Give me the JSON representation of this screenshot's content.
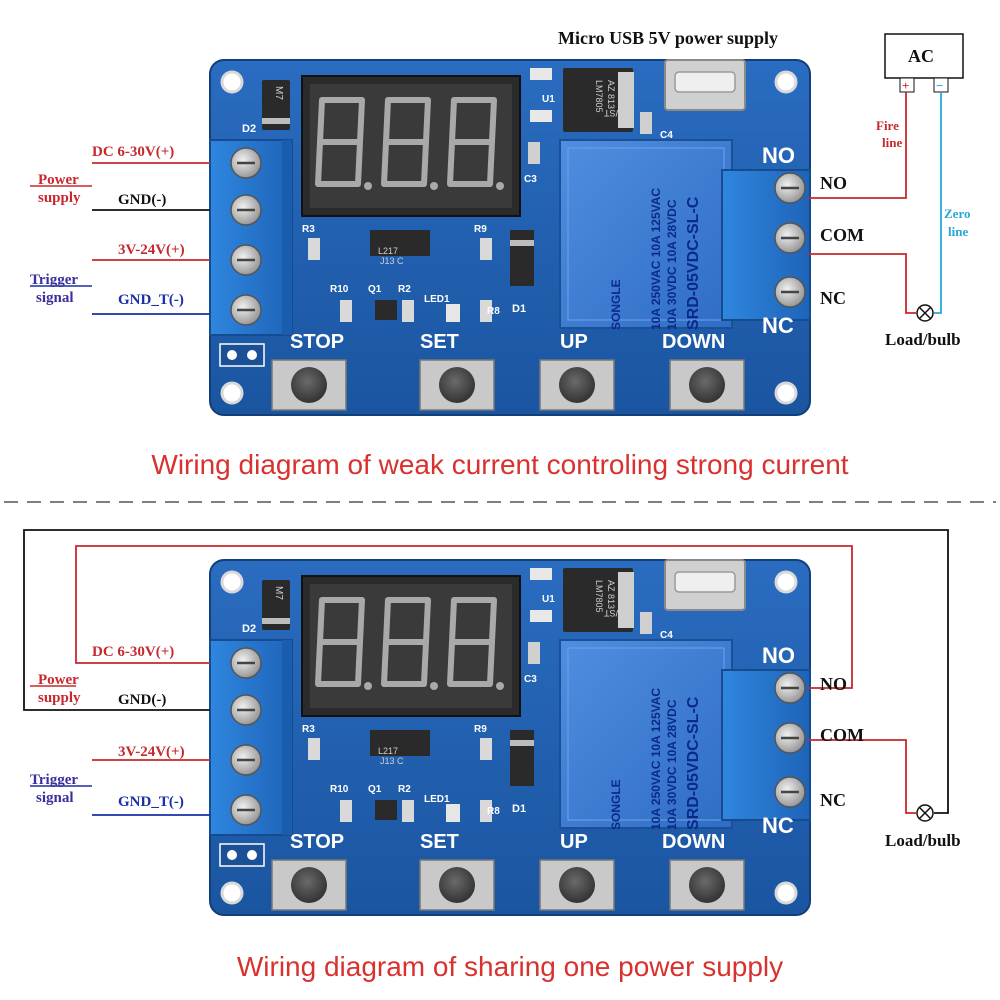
{
  "top_label": "Micro USB 5V power supply",
  "ac_box": {
    "label": "AC",
    "plus": "+",
    "minus": "−"
  },
  "fire_line": [
    "Fire",
    "line"
  ],
  "zero_line": [
    "Zero",
    "line"
  ],
  "diagram1": {
    "dc_label": "DC 6-30V(+)",
    "power_supply": [
      "Power",
      "supply"
    ],
    "gnd": "GND(-)",
    "v_label": "3V-24V(+)",
    "trigger": [
      "Trigger",
      "signal"
    ],
    "gnd_t": "GND_T(-)",
    "no": "NO",
    "com": "COM",
    "nc": "NC",
    "load": "Load/bulb",
    "caption": "Wiring diagram of weak current controling strong current"
  },
  "diagram2": {
    "dc_label": "DC 6-30V(+)",
    "power_supply": [
      "Power",
      "supply"
    ],
    "gnd": "GND(-)",
    "v_label": "3V-24V(+)",
    "trigger": [
      "Trigger",
      "signal"
    ],
    "gnd_t": "GND_T(-)",
    "no": "NO",
    "com": "COM",
    "nc": "NC",
    "load": "Load/bulb",
    "caption": "Wiring diagram of sharing one power supply"
  },
  "board": {
    "silk_no": "NO",
    "silk_nc": "NC",
    "btn_stop": "STOP",
    "btn_set": "SET",
    "btn_up": "UP",
    "btn_down": "DOWN",
    "d2": "D2",
    "d1": "D1",
    "c3": "C3",
    "c4": "C4",
    "u1": "U1",
    "r3": "R3",
    "r8": "R8",
    "r9": "R9",
    "r10": "R10",
    "q1": "Q1",
    "r2": "R2",
    "led1": "LED1",
    "m7": "M7",
    "chip_l217": "L217",
    "chip_j13c": "J13 C",
    "vreg": [
      "WST",
      "LM7805",
      "AZ 813"
    ],
    "relay": [
      "SONGLE",
      "10A 250VAC 10A 125VAC",
      "10A 30VDC 10A 28VDC",
      "SRD-05VDC-SL-C"
    ]
  },
  "colors": {
    "red_wire": "#c8282d",
    "black_wire": "#111111",
    "blue_wire": "#1a2fa8",
    "cyan_wire": "#29a7d8",
    "pcb": "#1f5fae",
    "pcb_dark": "#17498a",
    "terminal": "#2a7bd4",
    "caption_red": "#d8312e",
    "trigger_purple": "#3b2f9e"
  }
}
